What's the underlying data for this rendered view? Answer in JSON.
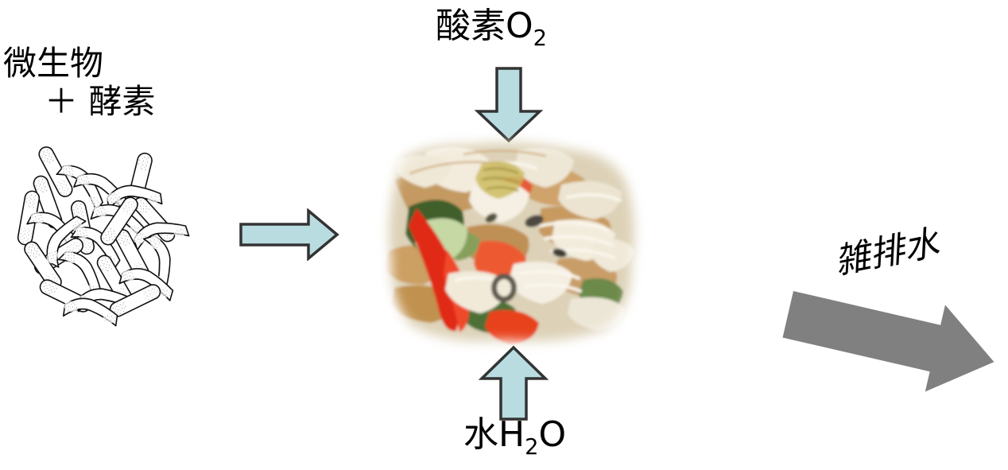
{
  "diagram": {
    "title": "Food waste biodegradation process diagram",
    "background_color": "#ffffff"
  },
  "labels": {
    "oxygen": {
      "text": "酸素O",
      "subscript": "2",
      "full": "酸素O2"
    },
    "water": {
      "text": "水H",
      "subscript": "2",
      "tail": "O",
      "full": "水H2O"
    },
    "microbes_line1": "微生物",
    "microbes_line2": "＋ 酵素",
    "wastewater": "雑排水"
  },
  "arrows": {
    "oxygen_down": {
      "name": "oxygen-down-arrow",
      "direction": "down",
      "fill": "#b8dce0",
      "stroke": "#333333"
    },
    "water_up": {
      "name": "water-up-arrow",
      "direction": "up",
      "fill": "#b8dce0",
      "stroke": "#333333"
    },
    "microbes_right": {
      "name": "microbes-right-arrow",
      "direction": "right",
      "fill": "#b8dce0",
      "stroke": "#333333"
    },
    "wastewater_out": {
      "name": "wastewater-arrow",
      "direction": "right-down",
      "fill": "#808080",
      "stroke": "none",
      "rotation_deg": 13
    }
  },
  "images": {
    "bacteria": {
      "name": "bacteria-cluster-illustration",
      "description": "cluster of rod-shaped bacilli line drawing",
      "stroke": "#111111",
      "fill": "#ffffff"
    },
    "food_waste": {
      "name": "food-waste-photo",
      "description": "photograph of mixed vegetable food scraps: cabbage, red pepper, potato peel, greens"
    }
  },
  "colors": {
    "arrow_blue_fill": "#b8dce0",
    "arrow_outline": "#333333",
    "arrow_gray": "#808080",
    "text": "#000000",
    "background": "#ffffff"
  }
}
